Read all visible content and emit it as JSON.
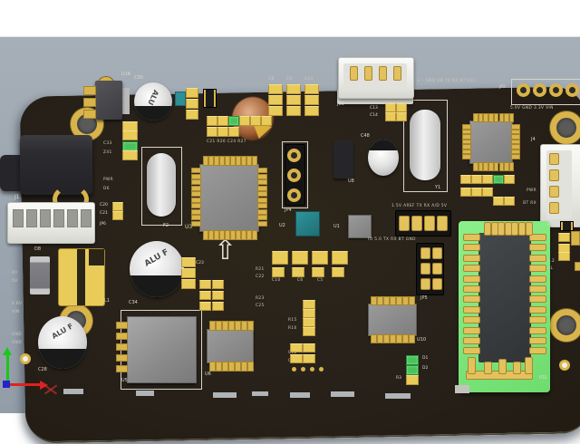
{
  "scene": {
    "kind": "pcb-3d-render",
    "background": "#ffffff",
    "viewport_color": "#9aa4ae",
    "board_color": "#27211a",
    "accent_gold": "#d9b44a",
    "module_green": "#7de87d"
  },
  "axis_gizmo": {
    "x_color": "#e02020",
    "y_color": "#19c819",
    "z_color": "#2424cc"
  },
  "refdes": {
    "j1": "J1",
    "j06": "J06",
    "jp2": "JP2",
    "jp4": "JP4",
    "jp5": "JP5",
    "jp6": "JP6",
    "j4": "J4",
    "y1": "Y1",
    "f2": "F2",
    "u1": "U1",
    "u2": "U2",
    "u3": "U3",
    "u4": "U4",
    "u5": "U5",
    "u6": "U6",
    "u8": "U8",
    "u10": "U10",
    "u16": "U16",
    "c13": "C13",
    "c14": "C14",
    "c20": "C20",
    "c21": "C21",
    "c23": "C23",
    "c30": "C30",
    "c34": "C34",
    "c28": "C28",
    "c48": "C48",
    "d1": "D1",
    "d2": "D2",
    "d4": "D4",
    "d8": "D8",
    "r3": "R3",
    "l1": "L1",
    "io1": "IO1"
  },
  "silkscreen": {
    "top_header_pins": "+ - GND VB TX RX BT VCC",
    "jp2_pins": "5.0V GND 3.3V VIN",
    "jp3_pins_top": "1.5V AREF TX RX A/D 5V",
    "jp3_pins_bottom": "IO 5.0 TX RX BT GND",
    "left_edge_pins": [
      "4V",
      "5V",
      "4.8V",
      "VIN",
      "GND",
      "GND"
    ],
    "j4_pins": [
      "PWR",
      "BT RX",
      "VB TX",
      "3.3V"
    ],
    "cluster_c33": [
      "C33",
      "Z41",
      "PWR",
      "D6"
    ],
    "cluster_r": [
      "R21",
      "C22",
      "R23",
      "C25"
    ],
    "cluster_bl": [
      "R15",
      "R16",
      "C12",
      "C27"
    ],
    "cluster_caps": [
      "C10",
      "C6",
      "C5"
    ],
    "cluster_under_led": "C21 R26 C24 R27",
    "cluster_top": [
      "C8",
      "C9",
      "S10"
    ],
    "right_edge_labels": [
      "E1.2",
      "C3L"
    ]
  },
  "markings": {
    "alu": "ALU",
    "alu_f": "ALU\nF",
    "arrow": "⇧"
  }
}
